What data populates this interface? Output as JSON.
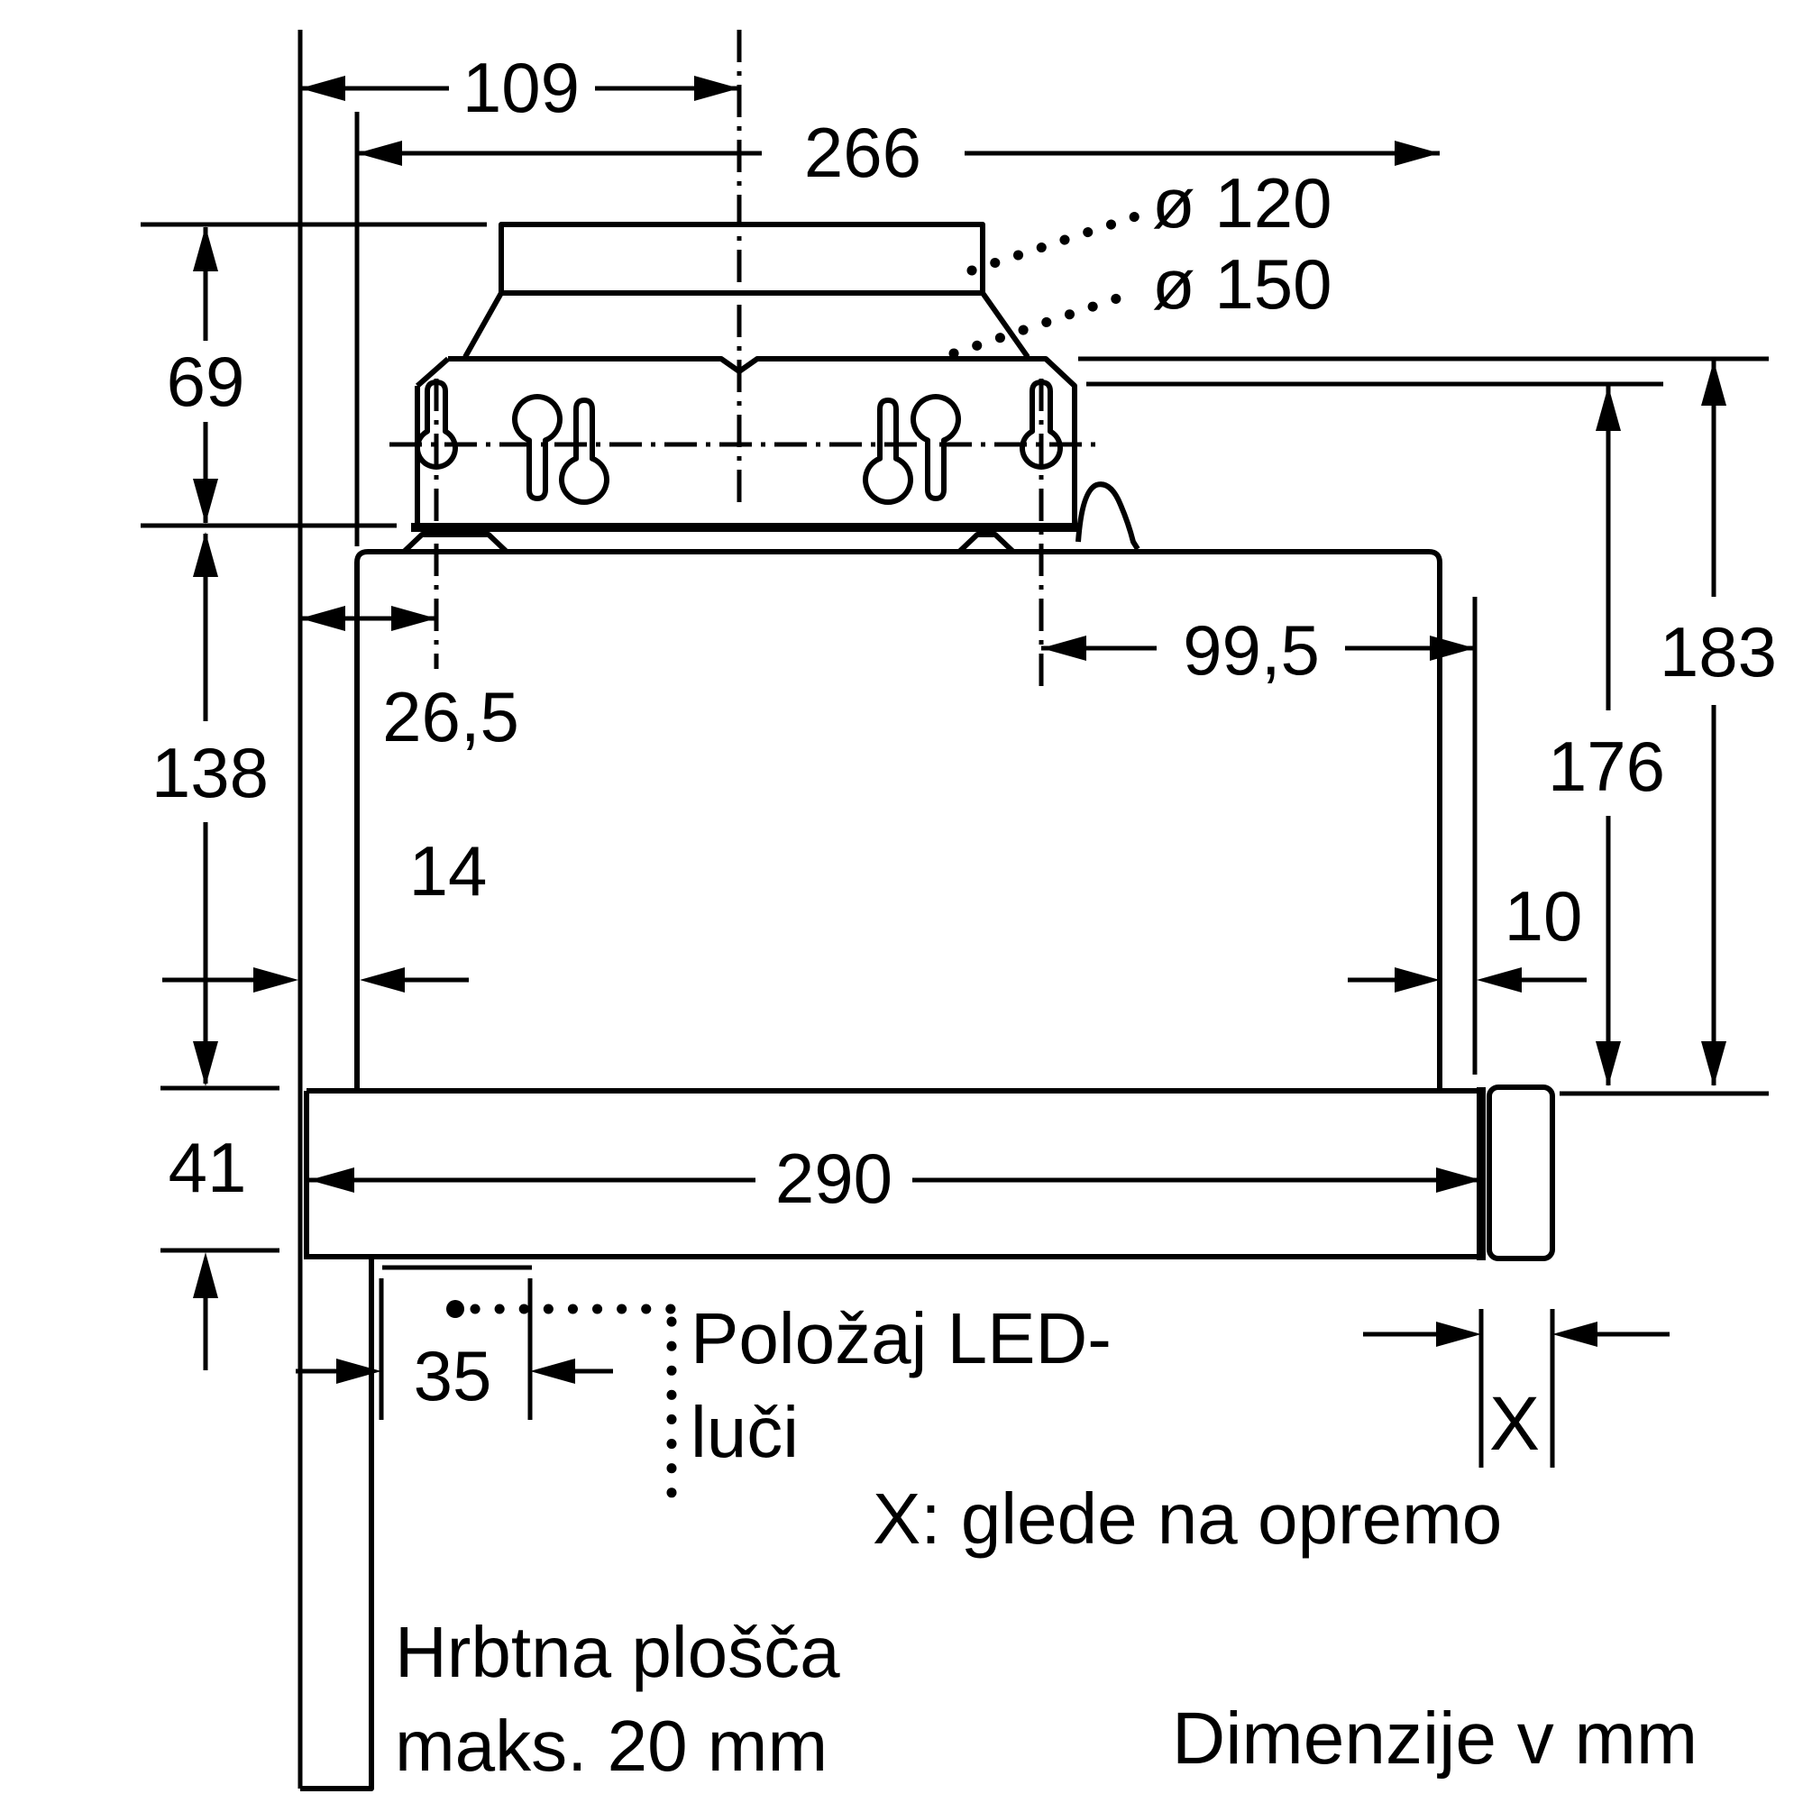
{
  "page": {
    "background": "#ffffff",
    "line_color": "#000000"
  },
  "dimensions": {
    "width_top_offset": "109",
    "width_duct_total": "266",
    "height_duct_bracket": "69",
    "offset_keyhole_left": "26,5",
    "width_keyhole_to_edge": "99,5",
    "height_total": "183",
    "height_to_lower_edge": "176",
    "height_body": "138",
    "depth_back_gap": "14",
    "overhang_right": "10",
    "height_visor": "41",
    "width_visor": "290",
    "offset_led": "35",
    "x_variable": "X"
  },
  "diameters": {
    "small": "ø 120",
    "large": "ø 150"
  },
  "notes": {
    "led_position_line1": "Položaj LED-",
    "led_position_line2": "luči",
    "x_note": "X: glede na opremo",
    "back_panel_line1": "Hrbtna plošča",
    "back_panel_line2": "maks. 20 mm",
    "units": "Dimenzije v mm"
  }
}
